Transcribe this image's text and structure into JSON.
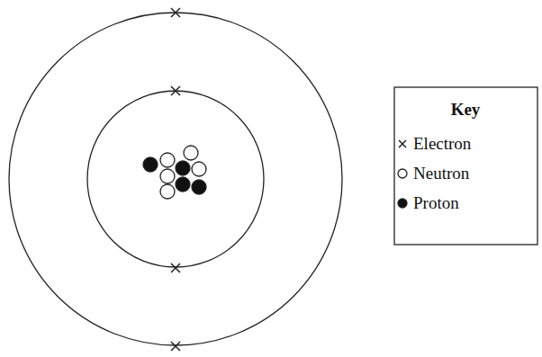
{
  "diagram": {
    "labels": [
      "Key"
    ],
    "legend": [
      {
        "text": "Electron"
      },
      {
        "text": "Neutron"
      },
      {
        "text": "Proton"
      }
    ]
  }
}
